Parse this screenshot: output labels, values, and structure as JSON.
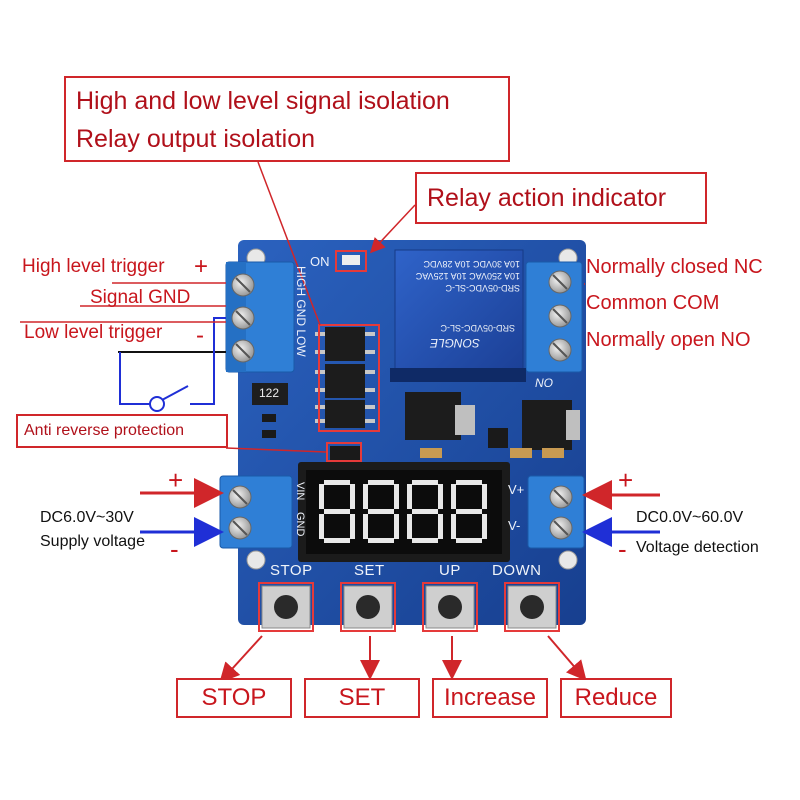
{
  "callouts": {
    "isolation_line1": "High and low level signal isolation",
    "isolation_line2": "Relay output isolation",
    "relay_indicator": "Relay action indicator",
    "anti_reverse": "Anti reverse protection"
  },
  "left_labels": {
    "high_trigger": "High level trigger",
    "high_trigger_sign": "+",
    "signal_gnd": "Signal GND",
    "low_trigger": "Low level trigger",
    "low_trigger_sign": "-",
    "supply_plus": "+",
    "supply_range": "DC6.0V~30V",
    "supply_label": "Supply voltage",
    "supply_minus": "-"
  },
  "right_labels": {
    "nc": "Normally closed NC",
    "com": "Common COM",
    "no": "Normally open NO",
    "detect_plus": "+",
    "detect_range": "DC0.0V~60.0V",
    "detect_label": "Voltage detection",
    "detect_minus": "-"
  },
  "board": {
    "on_label": "ON",
    "terminal_labels": "HIGH GND LOW",
    "vin": "VIN",
    "gnd": "GND",
    "vplus": "V+",
    "vminus": "V-",
    "no_mark": "NO",
    "relay_line1": "SRD-05VDC-SL-C",
    "relay_line2": "10A 250VAC  10A 125VAC",
    "relay_line3": "10A 30VDC  10A 28VDC",
    "relay_brand": "SONGLE",
    "chip_122": "122"
  },
  "buttons": {
    "stop": "STOP",
    "set": "SET",
    "up": "UP",
    "down": "DOWN"
  },
  "bottom_boxes": {
    "stop": "STOP",
    "set": "SET",
    "increase": "Increase",
    "reduce": "Reduce"
  },
  "colors": {
    "callout_red": "#c8161d",
    "pcb_blue": "#1d4fa8",
    "terminal_blue": "#2f7fd6",
    "display_digit": "#e8e8e8",
    "arrow_blue": "#1f2fd6"
  }
}
